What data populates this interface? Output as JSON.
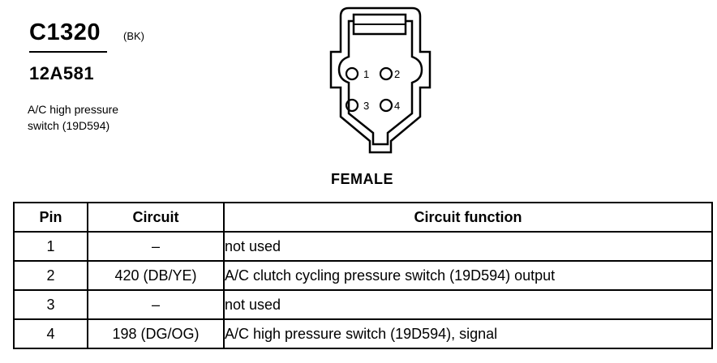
{
  "connector": {
    "id": "C1320",
    "color_code": "(BK)",
    "part_number": "12A581",
    "description_line1": "A/C high pressure",
    "description_line2": "switch (19D594)",
    "gender": "FEMALE"
  },
  "pin_labels": [
    "1",
    "2",
    "3",
    "4"
  ],
  "table": {
    "headers": [
      "Pin",
      "Circuit",
      "Circuit function"
    ],
    "rows": [
      {
        "pin": "1",
        "circuit": "–",
        "function": "not used"
      },
      {
        "pin": "2",
        "circuit": "420 (DB/YE)",
        "function": "A/C clutch cycling pressure switch (19D594) output"
      },
      {
        "pin": "3",
        "circuit": "–",
        "function": "not used"
      },
      {
        "pin": "4",
        "circuit": "198 (DG/OG)",
        "function": "A/C high pressure switch (19D594), signal"
      }
    ]
  }
}
